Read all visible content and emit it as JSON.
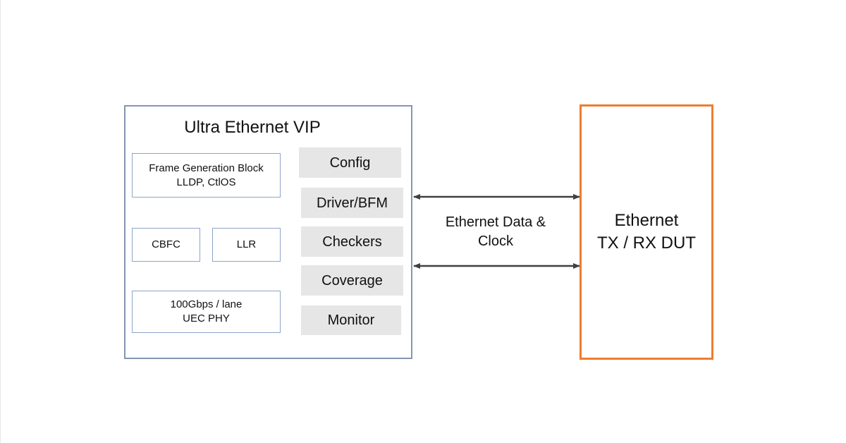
{
  "vip": {
    "title": "Ultra Ethernet VIP",
    "blocks": {
      "frame_generation": {
        "line1": "Frame Generation Block",
        "line2": "LLDP, CtlOS"
      },
      "cbfc": "CBFC",
      "llr": "LLR",
      "phy": {
        "line1": "100Gbps / lane",
        "line2": "UEC PHY"
      }
    },
    "components": {
      "config": "Config",
      "driver": "Driver/BFM",
      "checkers": "Checkers",
      "coverage": "Coverage",
      "monitor": "Monitor"
    }
  },
  "link": {
    "line1": "Ethernet Data &",
    "line2": "Clock"
  },
  "dut": {
    "line1": "Ethernet",
    "line2": "TX / RX DUT"
  },
  "colors": {
    "vip_border": "#8496b0",
    "dut_border": "#ed7d31",
    "component_fill": "#e6e6e6",
    "arrow": "#404040"
  }
}
